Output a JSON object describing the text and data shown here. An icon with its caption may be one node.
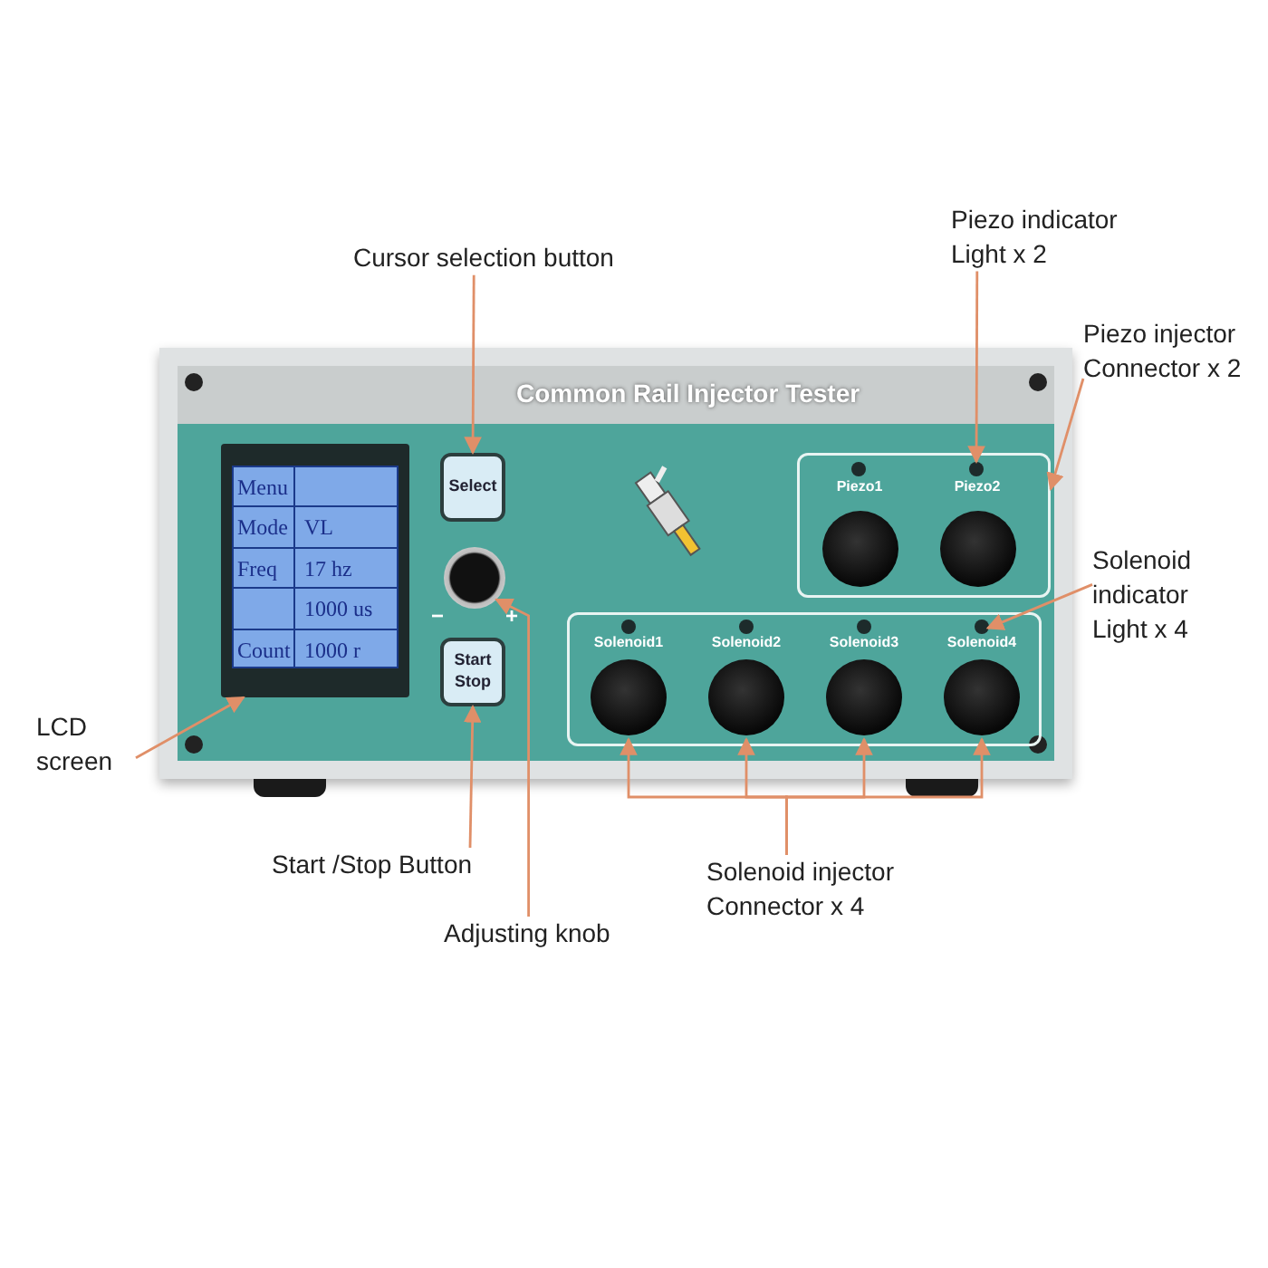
{
  "diagram": {
    "nodes": [
      {
        "text": [
          "Piezo indicator Light x 2"
        ]
      },
      {
        "text": [
          "Cursor selection button"
        ]
      },
      {
        "text": [
          "Piezo injector Connector x 2"
        ]
      },
      {
        "text": [
          "Common Rail Injector Tester"
        ]
      },
      {
        "text": [
          "Menu",
          "Mode",
          "VL",
          "Freq",
          "17 hz",
          "1000 us",
          "Count",
          "1000 r"
        ],
        "in": 3
      },
      {
        "text": [
          "Select"
        ],
        "in": 3
      },
      {
        "text": [],
        "shape": "circle",
        "in": 3
      },
      {
        "text": [
          "Start Stop"
        ],
        "in": 3
      },
      {
        "text": [],
        "shape": "box",
        "in": 3
      },
      {
        "text": [],
        "shape": "circle",
        "in": 8
      },
      {
        "text": [],
        "shape": "circle",
        "in": 8
      },
      {
        "text": [
          "Piezo1"
        ],
        "in": 8
      },
      {
        "text": [
          "Piezo2"
        ],
        "in": 8
      },
      {
        "text": [],
        "shape": "box",
        "in": 3
      },
      {
        "text": [],
        "shape": "circle",
        "in": 13
      },
      {
        "text": [],
        "shape": "circle",
        "in": 13
      },
      {
        "text": [],
        "shape": "circle",
        "in": 13
      },
      {
        "text": [],
        "shape": "circle",
        "in": 13
      },
      {
        "text": [
          "Solenoid1"
        ],
        "in": 13
      },
      {
        "text": [
          "Solenoid2"
        ],
        "in": 13
      },
      {
        "text": [
          "Solenoid3"
        ],
        "in": 13
      },
      {
        "text": [
          "Solenoid4"
        ],
        "in": 13
      },
      {
        "text": [
          "Solenoid indicator Light x 4"
        ]
      },
      {
        "text": [
          "LCD screen"
        ]
      },
      {
        "text": [
          "Start /Stop Button"
        ]
      },
      {
        "text": [
          "Adjusting knob"
        ]
      },
      {
        "text": [
          "Solenoid injector Connector x 4"
        ]
      }
    ],
    "edges": [
      {
        "from": 0,
        "to": 10,
        "arrow": "to"
      },
      {
        "from": 1,
        "to": 5,
        "arrow": "to"
      },
      {
        "from": 2,
        "to": 8,
        "arrow": "to"
      },
      {
        "from": 22,
        "to": 17,
        "arrow": "to"
      },
      {
        "from": 23,
        "to": 4,
        "arrow": "to"
      },
      {
        "from": 24,
        "to": 7,
        "arrow": "to"
      },
      {
        "from": 25,
        "to": 6,
        "arrow": "to"
      },
      {
        "from": 26,
        "to": 18,
        "arrow": "to"
      },
      {
        "from": 26,
        "to": 19,
        "arrow": "to"
      },
      {
        "from": 26,
        "to": 20,
        "arrow": "to"
      },
      {
        "from": 26,
        "to": 21,
        "arrow": "to"
      }
    ],
    "labels": [
      "−",
      "+"
    ]
  }
}
